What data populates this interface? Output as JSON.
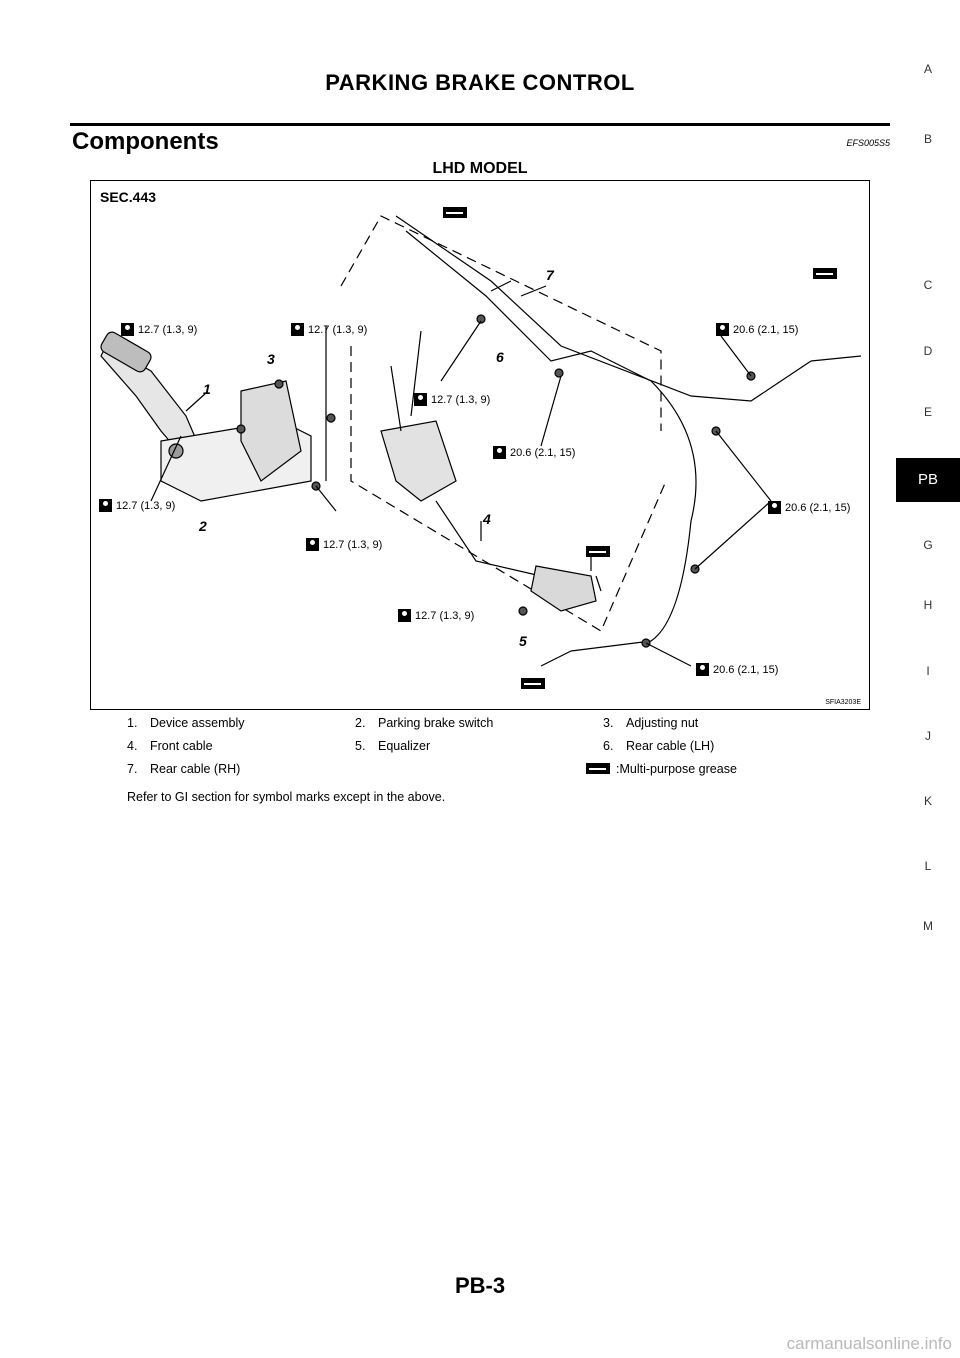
{
  "header": {
    "title": "PARKING BRAKE CONTROL"
  },
  "section": {
    "title": "Components",
    "ref_code": "EFS005S5"
  },
  "model_title": "LHD MODEL",
  "diagram": {
    "sec_label": "SEC.443",
    "figure_code": "SFIA3203E",
    "torques": [
      "12.7 (1.3, 9)",
      "12.7 (1.3, 9)",
      "12.7 (1.3, 9)",
      "12.7 (1.3, 9)",
      "12.7 (1.3, 9)",
      "12.7 (1.3, 9)",
      "20.6 (2.1, 15)",
      "20.6 (2.1, 15)",
      "20.6 (2.1, 15)",
      "20.6 (2.1, 15)"
    ],
    "callouts": [
      "1",
      "2",
      "3",
      "4",
      "5",
      "6",
      "7"
    ]
  },
  "legend": {
    "items": [
      {
        "num": "1.",
        "label": "Device assembly"
      },
      {
        "num": "2.",
        "label": "Parking brake switch"
      },
      {
        "num": "3.",
        "label": "Adjusting nut"
      },
      {
        "num": "4.",
        "label": "Front cable"
      },
      {
        "num": "5.",
        "label": "Equalizer"
      },
      {
        "num": "6.",
        "label": "Rear cable (LH)"
      },
      {
        "num": "7.",
        "label": "Rear cable (RH)"
      }
    ],
    "grease_label": ":Multi-purpose grease",
    "note": "Refer to GI section for symbol marks except in the above."
  },
  "side_tabs": [
    "A",
    "B",
    "C",
    "D",
    "E",
    "PB",
    "G",
    "H",
    "I",
    "J",
    "K",
    "L",
    "M"
  ],
  "active_tab": "PB",
  "page_number": "PB-3",
  "watermark": "carmanualsonline.info"
}
